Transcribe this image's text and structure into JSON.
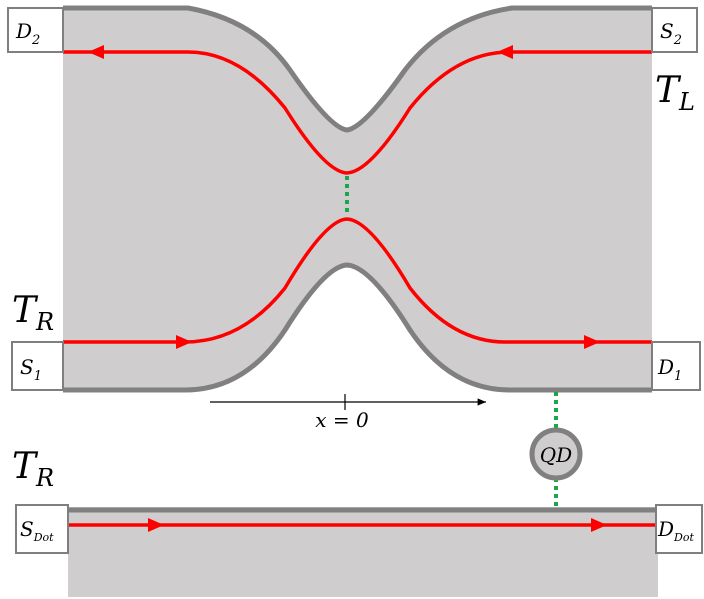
{
  "colors": {
    "region_fill": "#cfcdcd",
    "edge_gray": "#808080",
    "edge_state_red": "#ff0000",
    "coupling_green": "#1aa64a",
    "box_border": "#7f7f7f"
  },
  "contacts": {
    "d2": "D",
    "d2_sub": "2",
    "s2": "S",
    "s2_sub": "2",
    "s1": "S",
    "s1_sub": "1",
    "d1": "D",
    "d1_sub": "1",
    "sdot": "S",
    "sdot_sub": "Dot",
    "ddot": "D",
    "ddot_sub": "Dot"
  },
  "temperatures": {
    "tl": "T",
    "tl_sub": "L",
    "tr_top": "T",
    "tr_top_sub": "R",
    "tr_bottom": "T",
    "tr_bottom_sub": "R"
  },
  "quantum_dot": {
    "label": "QD"
  },
  "axis": {
    "label": "x = 0"
  }
}
